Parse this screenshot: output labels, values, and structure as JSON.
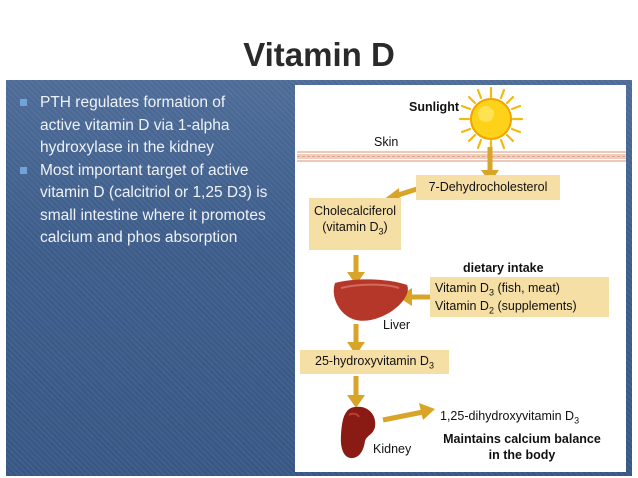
{
  "slide": {
    "title": "Vitamin D",
    "bullets": [
      "PTH regulates formation of active vitamin D via 1-alpha hydroxylase in the kidney",
      "Most important target of active vitamin D (calcitriol or 1,25 D3) is small intestine where it promotes calcium and phos absorption"
    ]
  },
  "diagram": {
    "sunlight": "Sunlight",
    "skin": "Skin",
    "dehydrocholesterol": "7-Dehydrocholesterol",
    "cholecalciferol_line1": "Cholecalciferol",
    "cholecalciferol_line2": "(vitamin D",
    "cholecalciferol_sub": "3",
    "cholecalciferol_end": ")",
    "dietary_intake": "dietary intake",
    "vit_d3_source_a": "Vitamin D",
    "vit_d3_source_sub": "3",
    "vit_d3_source_b": " (fish, meat)",
    "vit_d2_source_a": "Vitamin D",
    "vit_d2_source_sub": "2",
    "vit_d2_source_b": " (supplements)",
    "liver": "Liver",
    "hydroxyvitamin_a": "25-hydroxyvitamin D",
    "hydroxyvitamin_sub": "3",
    "kidney": "Kidney",
    "dihydroxy_a": "1,25-dihydroxyvitamin D",
    "dihydroxy_sub": "3",
    "maintains_line1": "Maintains calcium balance",
    "maintains_line2": "in the body"
  },
  "colors": {
    "panel_blue": "#3f5f8d",
    "bullet_square": "#6fa4d8",
    "box_fill": "#f6dfa5",
    "arrow": "#d9a528",
    "sun": "#ffd21a",
    "liver": "#b5372a",
    "kidney": "#8a1a14"
  }
}
